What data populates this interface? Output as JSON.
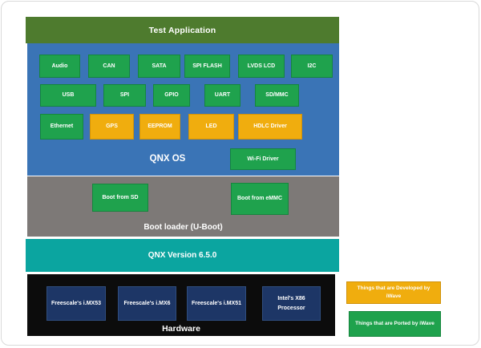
{
  "colors": {
    "app_bar_green": "#4e7b2e",
    "os_blue": "#3a74b6",
    "module_green": "#1fa24d",
    "iwave_orange": "#f0ad0e",
    "boot_gray": "#7d7977",
    "qnx_teal": "#0ba5a0",
    "hardware_black": "#0c0c0c",
    "chip_navy": "#1d3666",
    "frame_border": "#d9d9d9",
    "text_white": "#ffffff"
  },
  "app_bar": {
    "label": "Test Application"
  },
  "os_section": {
    "label": "QNX OS",
    "row1": [
      "Audio",
      "CAN",
      "SATA",
      "SPI FLASH",
      "LVDS LCD",
      "I2C"
    ],
    "row2": [
      "USB",
      "SPI",
      "GPIO",
      "UART",
      "SD/MMC"
    ],
    "row3": [
      "Ethernet",
      "GPS",
      "EEPROM",
      "LED",
      "HDLC Driver"
    ],
    "wifi_driver": "Wi-Fi Driver"
  },
  "boot_section": {
    "label": "Boot loader (U-Boot)",
    "boot_sd": "Boot from SD",
    "boot_emmc": "Boot from eMMC"
  },
  "qnx_version": {
    "label": "QNX Version 6.5.0"
  },
  "hardware_section": {
    "label": "Hardware",
    "chips": [
      "Freescale's i.MX53",
      "Freescale's i.MX6",
      "Freescale's i.MX51",
      "Intel's X86 Processor"
    ]
  },
  "legend": {
    "developed": "Things that are Developed by iWave",
    "ported": "Things that are Ported by iWave"
  }
}
